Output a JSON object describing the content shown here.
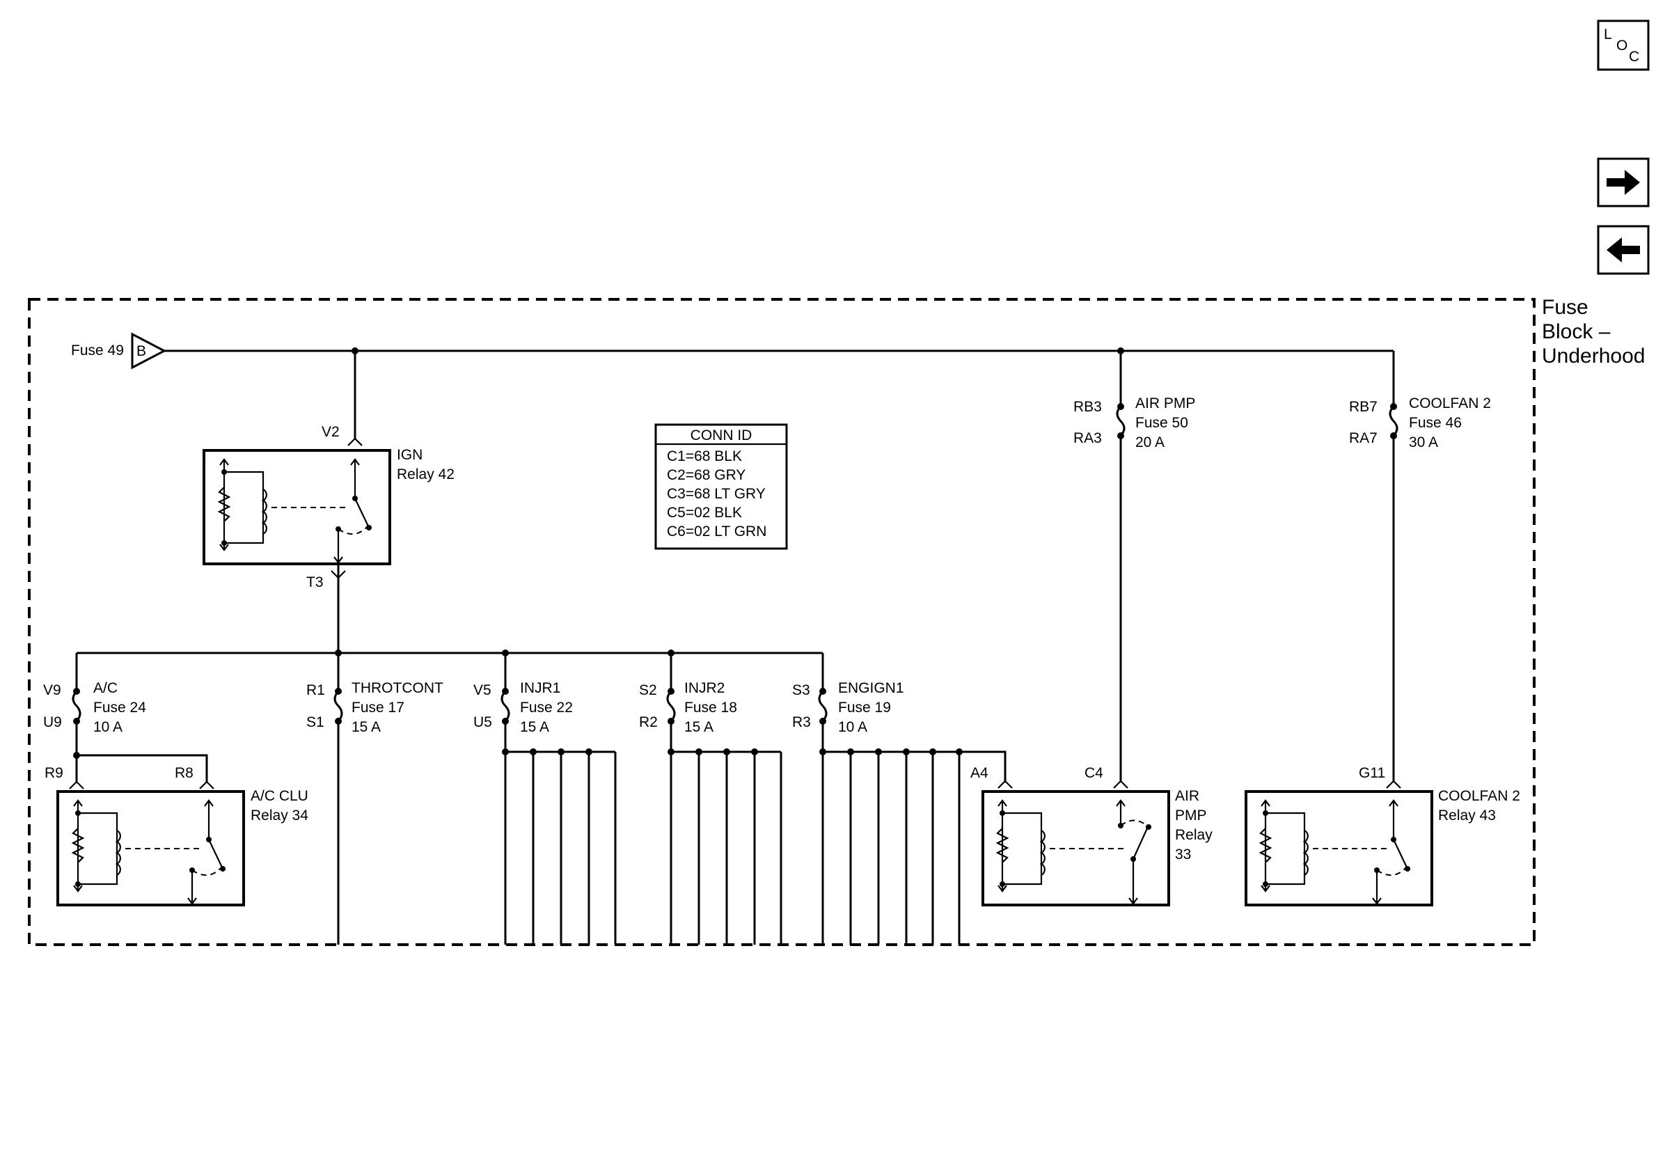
{
  "nav": {
    "loc_letters": [
      "L",
      "O",
      "C"
    ],
    "next_icon": "right-arrow-icon",
    "prev_icon": "left-arrow-icon"
  },
  "block": {
    "title_lines": [
      "Fuse",
      "Block –",
      "Underhood"
    ]
  },
  "feed": {
    "label": "Fuse 49",
    "connector": "B"
  },
  "conn_table": {
    "header": "CONN ID",
    "rows": [
      "C1=68 BLK",
      "C2=68 GRY",
      "C3=68 LT GRY",
      "C5=02 BLK",
      "C6=02 LT GRN"
    ]
  },
  "ign_relay": {
    "pin_in": "V2",
    "pin_out": "T3",
    "name_lines": [
      "IGN",
      "Relay 42"
    ]
  },
  "fuses": {
    "ac": {
      "pin_top": "V9",
      "pin_bottom": "U9",
      "lines": [
        "A/C",
        "Fuse 24",
        "10 A"
      ]
    },
    "throt": {
      "pin_top": "R1",
      "pin_bottom": "S1",
      "lines": [
        "THROTCONT",
        "Fuse 17",
        "15 A"
      ]
    },
    "injr1": {
      "pin_top": "V5",
      "pin_bottom": "U5",
      "lines": [
        "INJR1",
        "Fuse 22",
        "15 A"
      ]
    },
    "injr2": {
      "pin_top": "S2",
      "pin_bottom": "R2",
      "lines": [
        "INJR2",
        "Fuse 18",
        "15 A"
      ]
    },
    "engign": {
      "pin_top": "S3",
      "pin_bottom": "R3",
      "lines": [
        "ENGIGN1",
        "Fuse 19",
        "10 A"
      ]
    },
    "airpmp": {
      "pin_top": "RB3",
      "pin_bottom": "RA3",
      "lines": [
        "AIR PMP",
        "Fuse 50",
        "20 A"
      ]
    },
    "coolfan": {
      "pin_top": "RB7",
      "pin_bottom": "RA7",
      "lines": [
        "COOLFAN 2",
        "Fuse 46",
        "30 A"
      ]
    }
  },
  "relays": {
    "ac_clu": {
      "pin_a": "R9",
      "pin_b": "R8",
      "lines": [
        "A/C CLU",
        "Relay 34"
      ]
    },
    "air_pmp": {
      "pin_a": "A4",
      "pin_b": "C4",
      "lines": [
        "AIR",
        "PMP",
        "Relay",
        "33"
      ]
    },
    "coolfan": {
      "pin_a": "G11",
      "lines": [
        "COOLFAN 2",
        "Relay 43"
      ]
    }
  }
}
